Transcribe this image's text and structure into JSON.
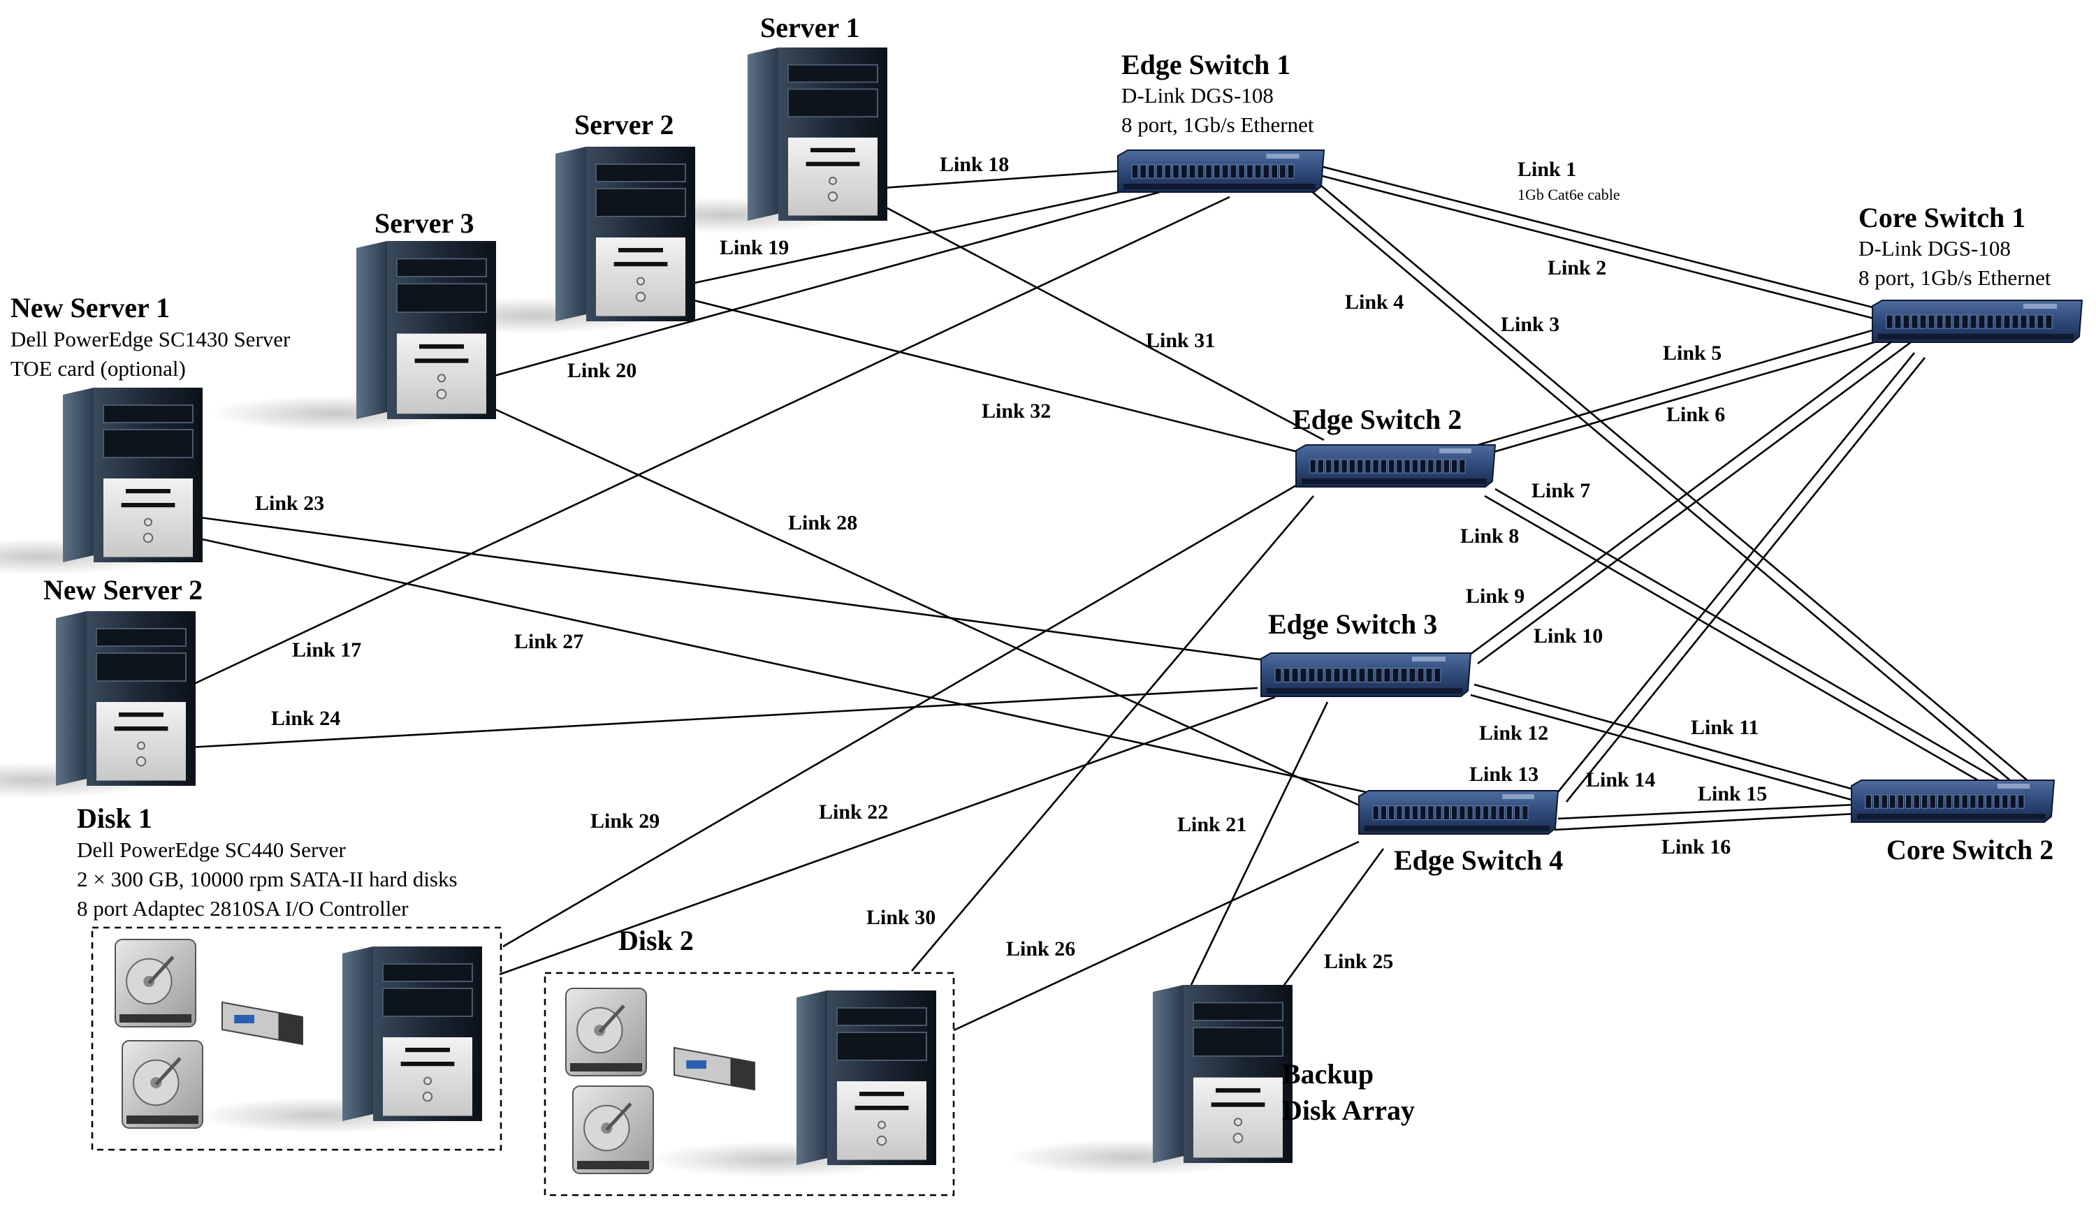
{
  "nodes": {
    "server1": {
      "title": "Server 1"
    },
    "server2": {
      "title": "Server 2"
    },
    "server3": {
      "title": "Server 3"
    },
    "new_server1": {
      "title": "New Server 1",
      "lines": [
        "Dell PowerEdge SC1430 Server",
        "TOE card (optional)"
      ]
    },
    "new_server2": {
      "title": "New Server 2"
    },
    "disk1": {
      "title": "Disk 1",
      "lines": [
        "Dell PowerEdge SC440 Server",
        "2 × 300 GB, 10000 rpm SATA-II hard disks",
        "8 port Adaptec 2810SA I/O Controller"
      ]
    },
    "disk2": {
      "title": "Disk 2"
    },
    "backup": {
      "title_lines": [
        "Backup",
        "Disk Array"
      ]
    },
    "edge1": {
      "title": "Edge Switch 1",
      "lines": [
        "D-Link DGS-108",
        "8 port, 1Gb/s Ethernet"
      ]
    },
    "edge2": {
      "title": "Edge Switch 2"
    },
    "edge3": {
      "title": "Edge Switch 3"
    },
    "edge4": {
      "title": "Edge Switch 4"
    },
    "core1": {
      "title": "Core Switch 1",
      "lines": [
        "D-Link DGS-108",
        "8 port, 1Gb/s Ethernet"
      ]
    },
    "core2": {
      "title": "Core Switch 2"
    }
  },
  "cable_note": "1Gb Cat6e cable",
  "links": [
    {
      "label": "Link 1",
      "from": "edge1",
      "to": "core1"
    },
    {
      "label": "Link 2",
      "from": "edge1",
      "to": "core1"
    },
    {
      "label": "Link 3",
      "from": "edge1",
      "to": "core2"
    },
    {
      "label": "Link 4",
      "from": "edge1",
      "to": "core2"
    },
    {
      "label": "Link 5",
      "from": "edge2",
      "to": "core1"
    },
    {
      "label": "Link 6",
      "from": "edge2",
      "to": "core1"
    },
    {
      "label": "Link 7",
      "from": "edge2",
      "to": "core2"
    },
    {
      "label": "Link 8",
      "from": "edge2",
      "to": "core2"
    },
    {
      "label": "Link 9",
      "from": "edge3",
      "to": "core1"
    },
    {
      "label": "Link 10",
      "from": "edge3",
      "to": "core1"
    },
    {
      "label": "Link 11",
      "from": "edge3",
      "to": "core2"
    },
    {
      "label": "Link 12",
      "from": "edge3",
      "to": "core2"
    },
    {
      "label": "Link 13",
      "from": "edge4",
      "to": "core1"
    },
    {
      "label": "Link 14",
      "from": "edge4",
      "to": "core1"
    },
    {
      "label": "Link 15",
      "from": "edge4",
      "to": "core2"
    },
    {
      "label": "Link 16",
      "from": "edge4",
      "to": "core2"
    },
    {
      "label": "Link 17",
      "from": "new_server2",
      "to": "edge1"
    },
    {
      "label": "Link 18",
      "from": "server1",
      "to": "edge1"
    },
    {
      "label": "Link 19",
      "from": "server2",
      "to": "edge1"
    },
    {
      "label": "Link 20",
      "from": "server3",
      "to": "edge1"
    },
    {
      "label": "Link 21",
      "from": "backup",
      "to": "edge3"
    },
    {
      "label": "Link 22",
      "from": "disk1",
      "to": "edge3"
    },
    {
      "label": "Link 23",
      "from": "new_server1",
      "to": "edge3"
    },
    {
      "label": "Link 24",
      "from": "new_server2",
      "to": "edge3"
    },
    {
      "label": "Link 25",
      "from": "backup",
      "to": "edge4"
    },
    {
      "label": "Link 26",
      "from": "disk2",
      "to": "edge4"
    },
    {
      "label": "Link 27",
      "from": "new_server1",
      "to": "edge4"
    },
    {
      "label": "Link 28",
      "from": "server3",
      "to": "edge4"
    },
    {
      "label": "Link 29",
      "from": "disk1",
      "to": "edge2"
    },
    {
      "label": "Link 30",
      "from": "disk2",
      "to": "edge2"
    },
    {
      "label": "Link 31",
      "from": "server1",
      "to": "edge2"
    },
    {
      "label": "Link 32",
      "from": "server2",
      "to": "edge2"
    }
  ]
}
